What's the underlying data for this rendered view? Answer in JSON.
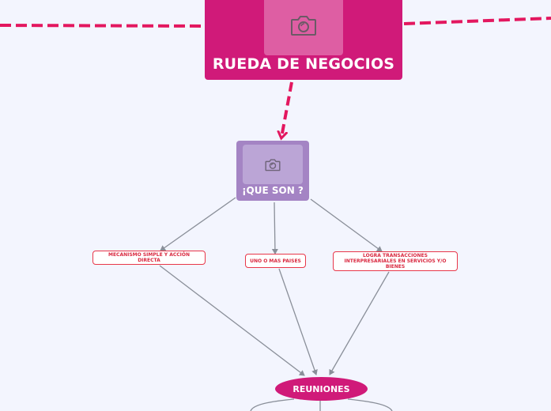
{
  "colors": {
    "background": "#f3f5fe",
    "root": "#d01a79",
    "root_image": "#de5ea3",
    "secondary": "#a484c4",
    "secondary_image": "#bba5d6",
    "leaf_border": "#e8374a",
    "leaf_text": "#d9283f",
    "dashed_link": "#e3175f",
    "link": "#8a8f99"
  },
  "nodes": {
    "root": {
      "title": "RUEDA DE NEGOCIOS",
      "icon": "camera-icon"
    },
    "que_son": {
      "title": "¡QUE SON ?",
      "icon": "camera-icon"
    },
    "leaves": [
      {
        "text": "MECANISMO SIMPLE Y ACCIÓN DIRECTA"
      },
      {
        "text": "UNO O MAS PAISES"
      },
      {
        "text": "LOGRA TRANSACCIONES INTERPRESARIALES EN SERVICIOS Y/O BIENES"
      }
    ],
    "reuniones": {
      "title": "REUNIONES"
    }
  }
}
